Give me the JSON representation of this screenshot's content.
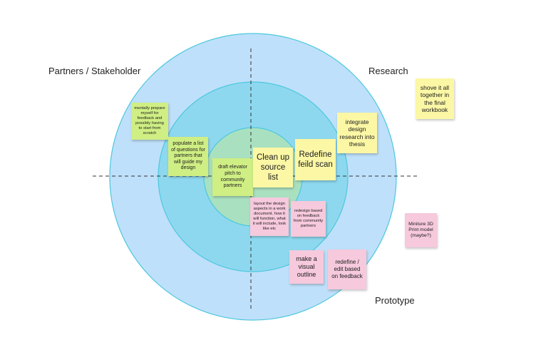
{
  "quadrant_labels": {
    "partners": "Partners / Stakeholder",
    "research": "Research",
    "prototype": "Prototype"
  },
  "notes": {
    "mental_prep": "mentally prepare myself for feedback and possibly having to start from scratch",
    "populate_questions": "populate a list of questions for partners that will guide my design",
    "draft_pitch": "draft elevator pitch to community partners",
    "clean_up": "Clean up source list",
    "redefine_field": "Redefine feild scan",
    "integrate": "integrate design research into thesis",
    "shove_together": "shove it all together in the final workbook",
    "layout_doc": "layout the design aspects in a work document. how it will function, what it will include, look like etc",
    "redesign": "redesign based on feedback from community partners",
    "visual_outline": "make a visual outline",
    "redefine_edit": "redefine / edit based on feedback",
    "miniture": "Miniture 3D Print model (maybe?)"
  },
  "colors": {
    "outer_ring": "#bfe0fa",
    "middle_ring": "#8ed8ef",
    "inner_circle": "#a9e1c0",
    "ring_stroke": "#4cc8dd",
    "note_yellow": "#fbf7a5",
    "note_green": "#cfee84",
    "note_pink": "#f6c9dc"
  }
}
